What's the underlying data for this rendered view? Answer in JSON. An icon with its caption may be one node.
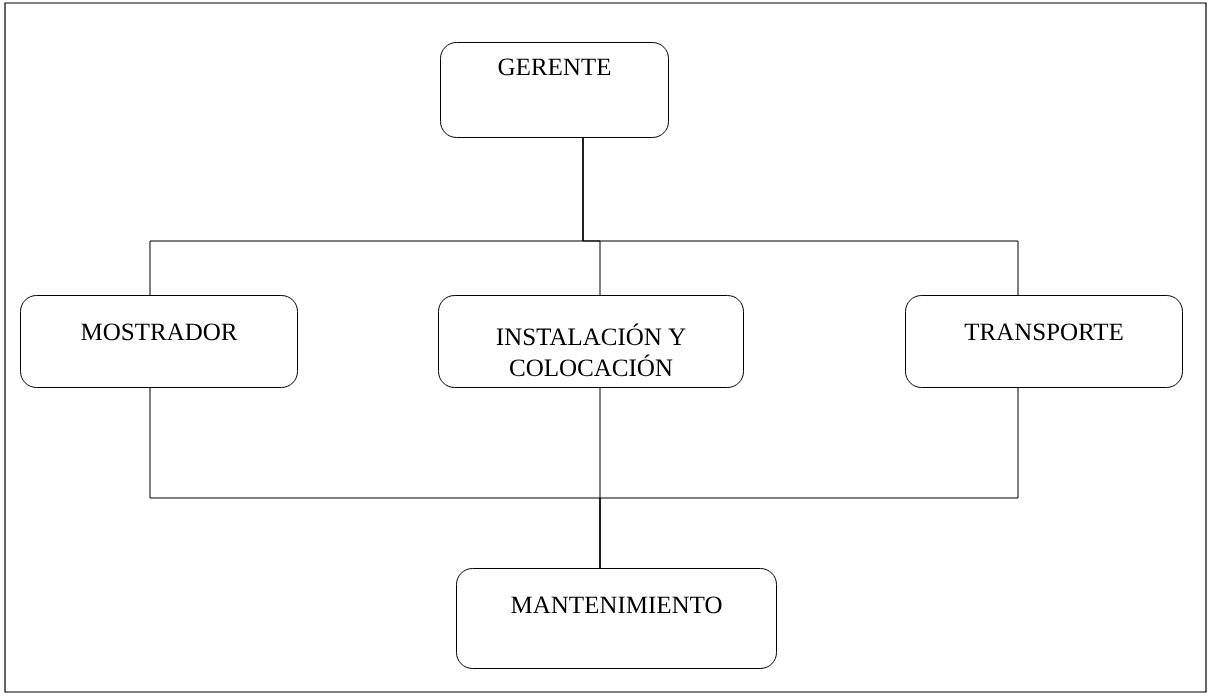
{
  "diagram": {
    "nodes": [
      {
        "text": [
          "GERENTE"
        ]
      },
      {
        "text": [
          "MOSTRADOR"
        ]
      },
      {
        "text": [
          "INSTALACIÓN Y COLOCACIÓN"
        ]
      },
      {
        "text": [
          "TRANSPORTE"
        ]
      },
      {
        "text": [
          "MANTENIMIENTO"
        ]
      }
    ],
    "edges": [
      {
        "from": 0,
        "to": 1,
        "arrow": "none"
      },
      {
        "from": 0,
        "to": 2,
        "arrow": "none"
      },
      {
        "from": 0,
        "to": 3,
        "arrow": "none"
      },
      {
        "from": 1,
        "to": 4,
        "arrow": "none"
      },
      {
        "from": 2,
        "to": 4,
        "arrow": "none"
      },
      {
        "from": 3,
        "to": 4,
        "arrow": "none"
      }
    ]
  }
}
